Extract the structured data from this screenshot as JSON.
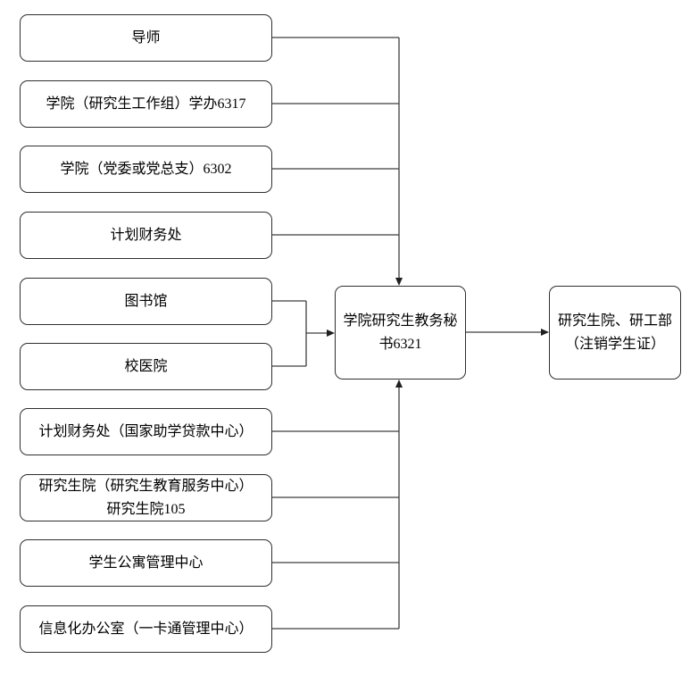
{
  "diagram": {
    "type": "flowchart",
    "background_color": "#ffffff",
    "line_color": "#3f3f3f",
    "border_color": "#2f2f2f",
    "text_color": "#000000",
    "left_nodes": [
      {
        "label": "导师"
      },
      {
        "label": "学院（研究生工作组）学办6317"
      },
      {
        "label": "学院（党委或党总支）6302"
      },
      {
        "label": "计划财务处"
      },
      {
        "label": "图书馆"
      },
      {
        "label": "校医院"
      },
      {
        "label": "计划财务处（国家助学贷款中心）"
      },
      {
        "label": "研究生院（研究生教育服务中心）\n研究生院105"
      },
      {
        "label": "学生公寓管理中心"
      },
      {
        "label": "信息化办公室（一卡通管理中心）"
      }
    ],
    "center_node": {
      "label": "学院研究生教务秘\n书6321"
    },
    "right_node": {
      "label": "研究生院、研工部\n（注销学生证）"
    },
    "edges": [
      {
        "from": "导师",
        "to": "学院研究生教务秘书6321",
        "via": "top-trunk-arrow-down"
      },
      {
        "from": "学院（研究生工作组）学办6317",
        "to": "学院研究生教务秘书6321",
        "via": "top-trunk-arrow-down"
      },
      {
        "from": "学院（党委或党总支）6302",
        "to": "学院研究生教务秘书6321",
        "via": "top-trunk-arrow-down"
      },
      {
        "from": "计划财务处",
        "to": "学院研究生教务秘书6321",
        "via": "top-trunk-arrow-down"
      },
      {
        "from": "图书馆",
        "to": "学院研究生教务秘书6321",
        "via": "left-bracket-arrow-right"
      },
      {
        "from": "校医院",
        "to": "学院研究生教务秘书6321",
        "via": "left-bracket-arrow-right"
      },
      {
        "from": "计划财务处（国家助学贷款中心）",
        "to": "学院研究生教务秘书6321",
        "via": "bottom-trunk-arrow-up"
      },
      {
        "from": "研究生院（研究生教育服务中心）研究生院105",
        "to": "学院研究生教务秘书6321",
        "via": "bottom-trunk-arrow-up"
      },
      {
        "from": "学生公寓管理中心",
        "to": "学院研究生教务秘书6321",
        "via": "bottom-trunk-arrow-up"
      },
      {
        "from": "信息化办公室（一卡通管理中心）",
        "to": "学院研究生教务秘书6321",
        "via": "bottom-trunk-arrow-up"
      },
      {
        "from": "学院研究生教务秘书6321",
        "to": "研究生院、研工部（注销学生证）",
        "via": "arrow-right"
      }
    ]
  }
}
